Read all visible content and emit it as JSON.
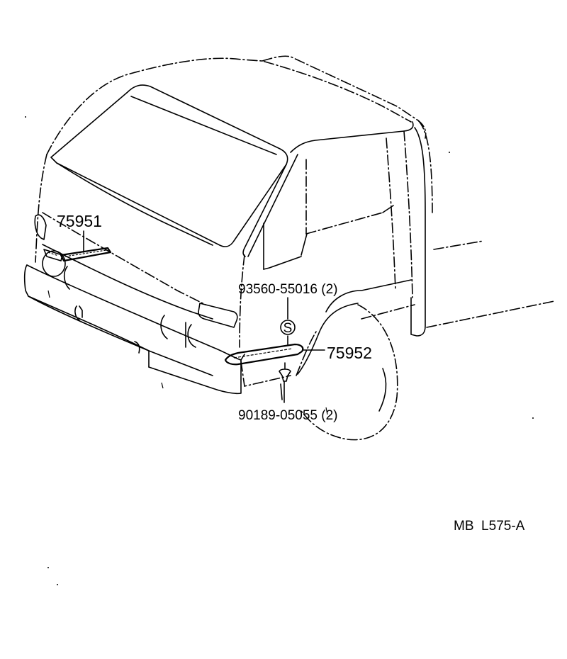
{
  "diagram": {
    "subject": "Truck cab front exterior - name plate / emblem parts",
    "reference_code": "MB  L575-A",
    "callouts": [
      {
        "id": "75951",
        "label": "75951",
        "target": "front emblem / name plate on grille"
      },
      {
        "id": "93560-55016",
        "label": "93560-55016 (2)",
        "target": "screw (marked S)"
      },
      {
        "id": "75952",
        "label": "75952",
        "target": "side fender emblem / name plate"
      },
      {
        "id": "90189-05055",
        "label": "90189-05055 (2)",
        "target": "clip / grommet"
      }
    ],
    "symbols": {
      "screw_marker": "S"
    },
    "colors": {
      "line": "#000000",
      "background": "#ffffff"
    }
  }
}
